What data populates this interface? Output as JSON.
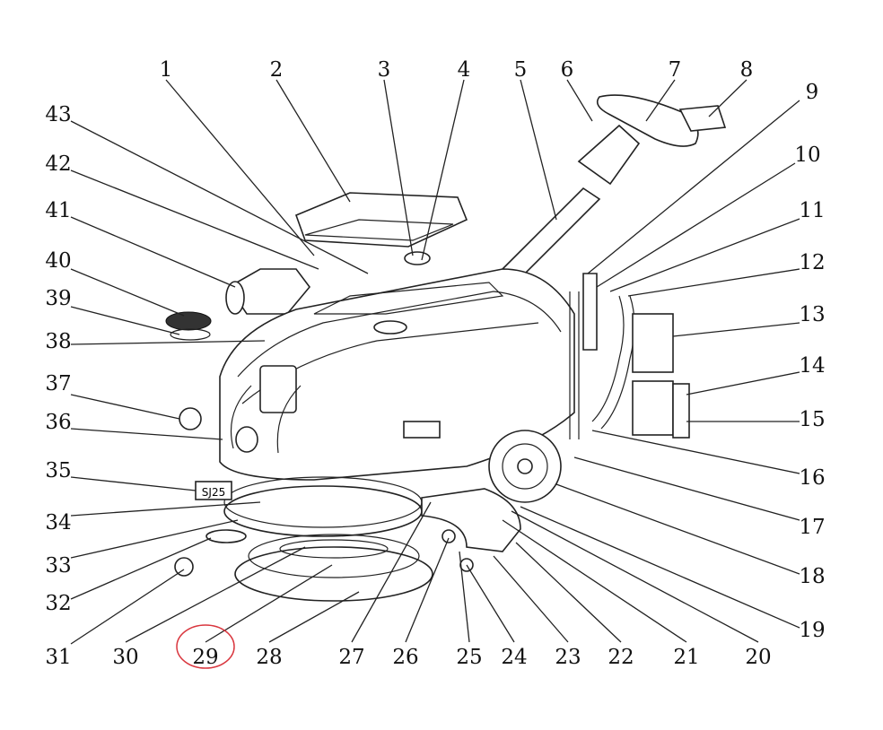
{
  "diagram": {
    "part_numbers": [
      "1",
      "2",
      "3",
      "4",
      "5",
      "6",
      "7",
      "8",
      "9",
      "10",
      "11",
      "12",
      "13",
      "14",
      "15",
      "16",
      "17",
      "18",
      "19",
      "20",
      "21",
      "22",
      "23",
      "24",
      "25",
      "26",
      "27",
      "28",
      "29",
      "30",
      "31",
      "32",
      "33",
      "34",
      "35",
      "36",
      "37",
      "38",
      "39",
      "40",
      "41",
      "42",
      "43"
    ],
    "model_plate_text": "SJ25",
    "highlighted_part": "29",
    "highlight_color": "#d9363e"
  }
}
